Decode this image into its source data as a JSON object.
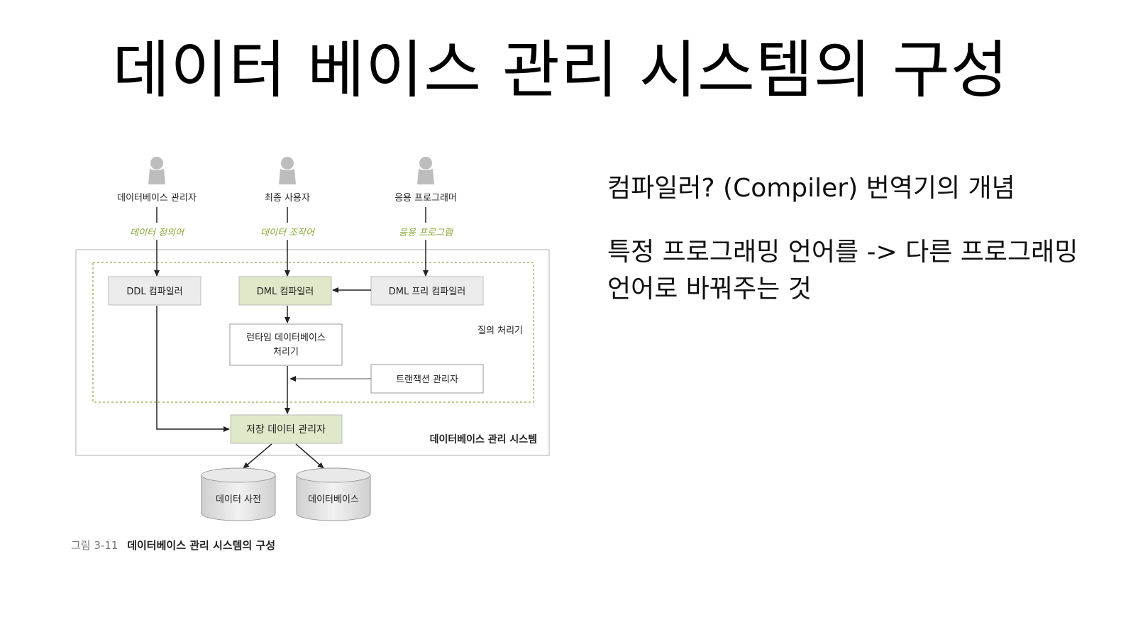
{
  "slide": {
    "title": "데이터 베이스 관리 시스템의 구성"
  },
  "notes": {
    "line1": "컴파일러? (Compiler) 번역기의 개념",
    "line2a": "특정 프로그래밍 언어를 -> 다른 프로그래밍",
    "line2b": "언어로 바꿔주는 것"
  },
  "diagram": {
    "users": {
      "dba": "데이터베이스 관리자",
      "end_user": "최종 사용자",
      "programmer": "응용 프로그래머"
    },
    "languages": {
      "ddl_lang": "데이터 정의어",
      "dml_lang": "데이터 조작어",
      "app_program": "응용 프로그램"
    },
    "components": {
      "ddl_compiler": "DDL 컴파일러",
      "dml_compiler": "DML 컴파일러",
      "dml_precompiler": "DML 프리 컴파일러",
      "runtime_processor_1": "런타임 데이터베이스",
      "runtime_processor_2": "처리기",
      "transaction_manager": "트랜잭션 관리자",
      "storage_manager": "저장 데이터 관리자"
    },
    "groups": {
      "query_processor": "질의 처리기",
      "dbms": "데이터베이스 관리 시스템"
    },
    "storage": {
      "data_dictionary": "데이터 사전",
      "database": "데이터베이스"
    },
    "caption": {
      "number": "그림 3-11",
      "text": "데이터베이스 관리 시스템의 구성"
    },
    "colors": {
      "green_box": "#dfe8c8",
      "gray_box": "#ececec",
      "handwritten_green": "#8aa83a"
    }
  }
}
